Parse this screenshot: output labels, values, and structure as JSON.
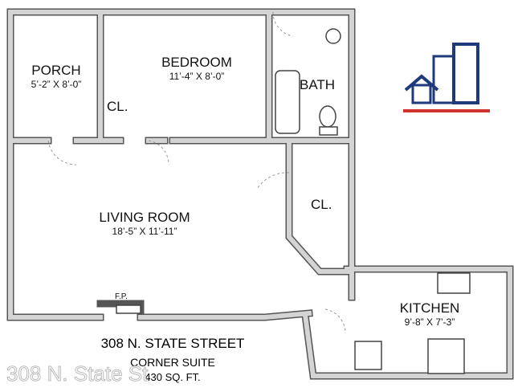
{
  "rooms": {
    "porch": {
      "name": "PORCH",
      "dims": "5’-2” X 8’-0”"
    },
    "bedroom": {
      "name": "BEDROOM",
      "dims": "11’-4” X 8’-0”"
    },
    "closet_small": {
      "name": "CL."
    },
    "bath": {
      "name": "BATH"
    },
    "closet": {
      "name": "CL."
    },
    "living_room": {
      "name": "LIVING ROOM",
      "dims": "18’-5” X 11’-11”"
    },
    "fireplace": {
      "name": "F.P."
    },
    "kitchen": {
      "name": "KITCHEN",
      "dims": "9’-8” X 7’-3”"
    }
  },
  "title": {
    "address": "308 N. STATE STREET",
    "unit": "CORNER SUITE",
    "area": "430 SQ. FT."
  },
  "watermark": "308 N. State St",
  "logo": {
    "primary": "#1f3a7a",
    "accent": "#d0322b"
  }
}
